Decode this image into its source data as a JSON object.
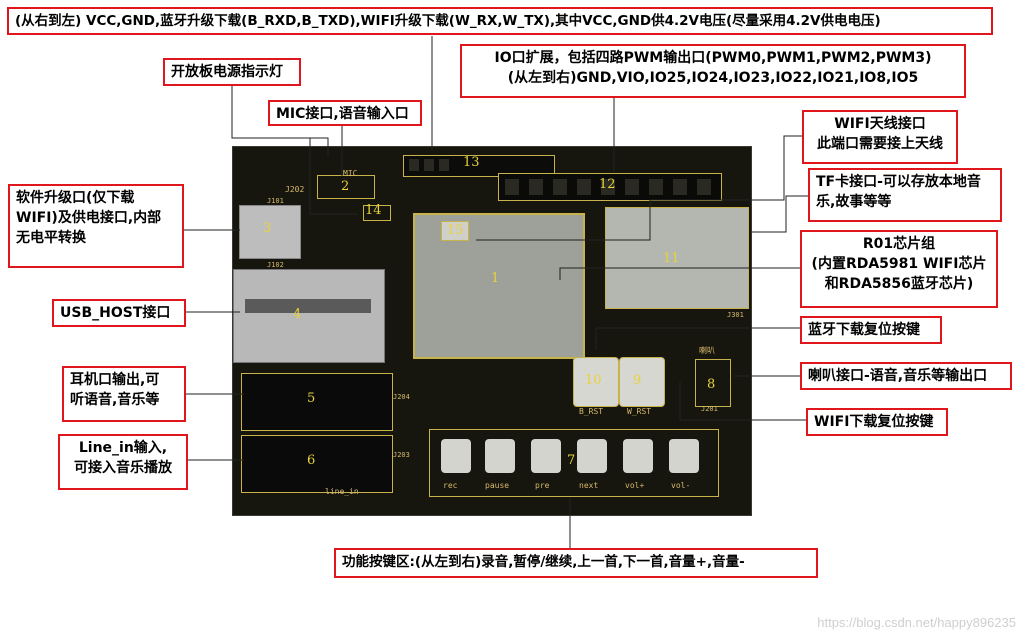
{
  "labels": {
    "top_power": "(从右到左) VCC,GND,蓝牙升级下载(B_RXD,B_TXD),WIFI升级下载(W_RX,W_TX),其中VCC,GND供4.2V电压(尽量采用4.2V供电电压)",
    "io": [
      "IO口扩展，包括四路PWM输出口(PWM0,PWM1,PWM2,PWM3)",
      "(从左到右)GND,VIO,IO25,IO24,IO23,IO22,IO21,IO8,IO5"
    ],
    "power_led": "开放板电源指示灯",
    "mic": "MIC接口,语音输入口",
    "wifi_ant": [
      "WIFI天线接口",
      "此端口需要接上天线"
    ],
    "tf": [
      "TF卡接口-可以存放本地音",
      "乐,故事等等"
    ],
    "r01": [
      "R01芯片组",
      "(内置RDA5981 WIFI芯片",
      "和RDA5856蓝牙芯片)"
    ],
    "usb_upgrade": [
      "软件升级口(仅下载",
      "WIFI)及供电接口,内部",
      "无电平转换"
    ],
    "usb_host": "USB_HOST接口",
    "headphone": [
      "耳机口输出,可",
      "听语音,音乐等"
    ],
    "line_in": [
      "Line_in输入,",
      "可接入音乐播放"
    ],
    "bt_reset": "蓝牙下载复位按键",
    "speaker": "喇叭接口-语音,音乐等输出口",
    "wifi_reset": "WIFI下载复位按键",
    "func_keys": "功能按键区:(从左到右)录音,暂停/继续,上一首,下一首,音量+,音量-"
  },
  "board": {
    "numbers": [
      "1",
      "2",
      "3",
      "4",
      "5",
      "6",
      "7",
      "8",
      "9",
      "10",
      "11",
      "12",
      "13",
      "14",
      "15"
    ],
    "silk": {
      "mic": "MIC",
      "j202": "J202",
      "j101": "J101",
      "j102": "J102",
      "j203": "J203",
      "j204": "J204",
      "j301": "J301",
      "j201": "J201",
      "line_in": "line_in",
      "speaker": "喇叭",
      "b_rst": "B_RST",
      "w_rst": "W_RST",
      "key_labels": [
        "rec",
        "pause",
        "pre",
        "next",
        "vol+",
        "vol-"
      ]
    }
  },
  "watermark": "https://blog.csdn.net/happy896235"
}
